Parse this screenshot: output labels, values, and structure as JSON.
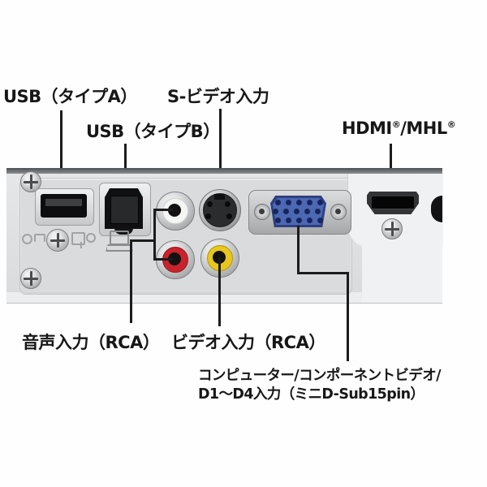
{
  "figure": {
    "title": "projector rear connector panel diagram",
    "labels": {
      "usb_a": "USB（タイプA）",
      "usb_b": "USB（タイプB）",
      "s_video": "S-ビデオ入力",
      "hdmi": {
        "t1": "HDMI",
        "r1": "®",
        "t2": "/MHL",
        "r2": "®"
      },
      "audio_in": "音声入力（RCA）",
      "video_in": "ビデオ入力（RCA）",
      "computer_line1": "コンピューター/コンポーネントビデオ/",
      "computer_line2": "D1～D4入力（ミニD-Sub15pin）"
    },
    "ports": [
      "usb-type-a",
      "usb-type-b",
      "audio-rca-white",
      "audio-rca-red",
      "s-video-mini-din",
      "video-rca-yellow",
      "vga-mini-dsub15",
      "hdmi-mhl"
    ],
    "colors": {
      "leader_line": "#1c1c1c",
      "label_text": "#171717",
      "panel_gray": "#dadbdd",
      "panel_top_edge": "#4e5154",
      "rca_red": "#c8232b",
      "rca_yellow": "#e7c71e",
      "rca_white": "#f5f5f3",
      "vga_blue": "#4c68b2",
      "vga_blue_dark": "#2e4080",
      "connector_black": "#101012"
    }
  }
}
